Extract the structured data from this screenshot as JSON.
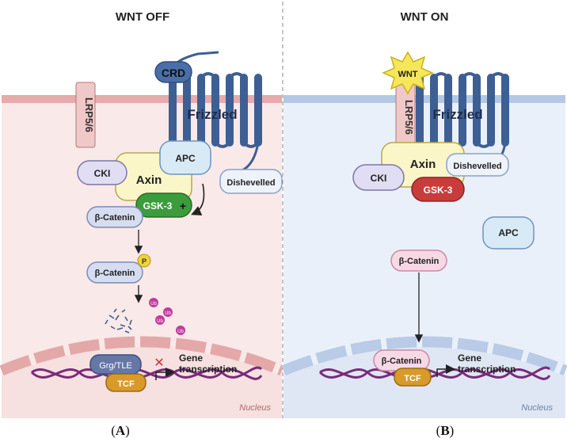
{
  "panels": {
    "left": {
      "title": "WNT OFF",
      "caption": "A",
      "nucleus_label": "Nucleus",
      "labels": {
        "crd": "CRD",
        "lrp": "LRP5/6",
        "frizzled": "Frizzled",
        "apc": "APC",
        "cki": "CKI",
        "axin": "Axin",
        "gsk3": "GSK-3",
        "plus": "+",
        "dishevelled": "Dishevelled",
        "bcatenin_top": "β-Catenin",
        "bcatenin_phos": "β-Catenin",
        "phospho": "P",
        "ub": "Ub",
        "grg": "Grg/TLE",
        "tcf": "TCF",
        "gene": "Gene",
        "transcription": "transcription",
        "block": "✕"
      }
    },
    "right": {
      "title": "WNT ON",
      "caption": "B",
      "nucleus_label": "Nucleus",
      "labels": {
        "wnt": "WNT",
        "lrp": "LRP5/6",
        "frizzled": "Frizzled",
        "axin": "Axin",
        "cki": "CKI",
        "gsk3": "GSK-3",
        "dishevelled": "Dishevelled",
        "apc": "APC",
        "bcatenin": "β-Catenin",
        "bcatenin_nuc": "β-Catenin",
        "tcf": "TCF",
        "gene": "Gene",
        "transcription": "transcription"
      }
    }
  },
  "colors": {
    "left_bg": "#f9e9e9",
    "left_membrane": "#e8aaaa",
    "right_bg": "#eaf0f9",
    "right_membrane": "#b4c8e6",
    "receptor_blue": "#4a6fa8",
    "lrp_fill": "#f0c8c8",
    "axin_fill": "#fbf6c8",
    "gsk_green": "#3c9c3c",
    "gsk_red": "#c83c3c",
    "dna_purple": "#7a2a7a",
    "tcf_orange": "#d89a2a",
    "ub_pink": "#c03c9c",
    "wnt_yellow": "#f6e65a"
  }
}
